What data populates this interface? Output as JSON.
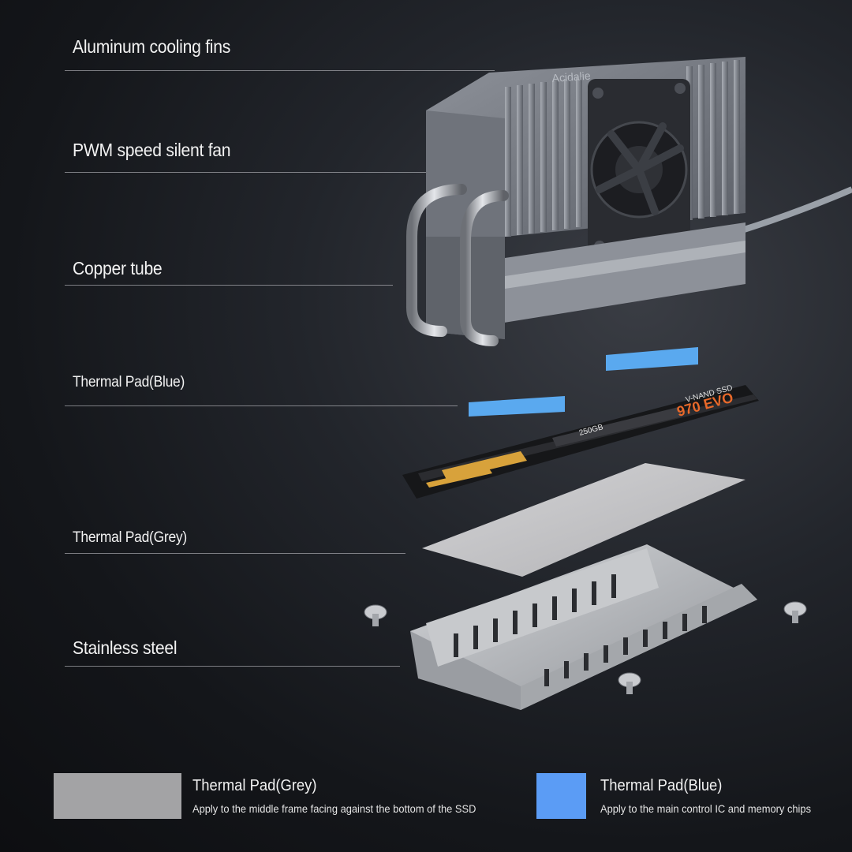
{
  "labels": {
    "fins": "Aluminum cooling fins",
    "fan": "PWM speed silent fan",
    "copper": "Copper tube",
    "pad_blue": "Thermal Pad(Blue)",
    "pad_grey": "Thermal Pad(Grey)",
    "steel": "Stainless steel"
  },
  "product": {
    "brand": "Acidalie",
    "ssd_model": "970 EVO",
    "ssd_line": "V-NAND SSD",
    "ssd_capacity": "250GB"
  },
  "legend": {
    "grey": {
      "title": "Thermal Pad(Grey)",
      "desc": "Apply to the middle frame facing against the bottom of the SSD",
      "color": "#a3a3a5"
    },
    "blue": {
      "title": "Thermal Pad(Blue)",
      "desc": "Apply to the main control IC and memory chips",
      "color": "#5b9cf5"
    }
  },
  "colors": {
    "aluminum": "#7d8189",
    "pad_blue": "#5aa9ef",
    "pad_grey": "#c9c9cb",
    "steel": "#b8babe",
    "ssd_accent": "#e8692a"
  }
}
